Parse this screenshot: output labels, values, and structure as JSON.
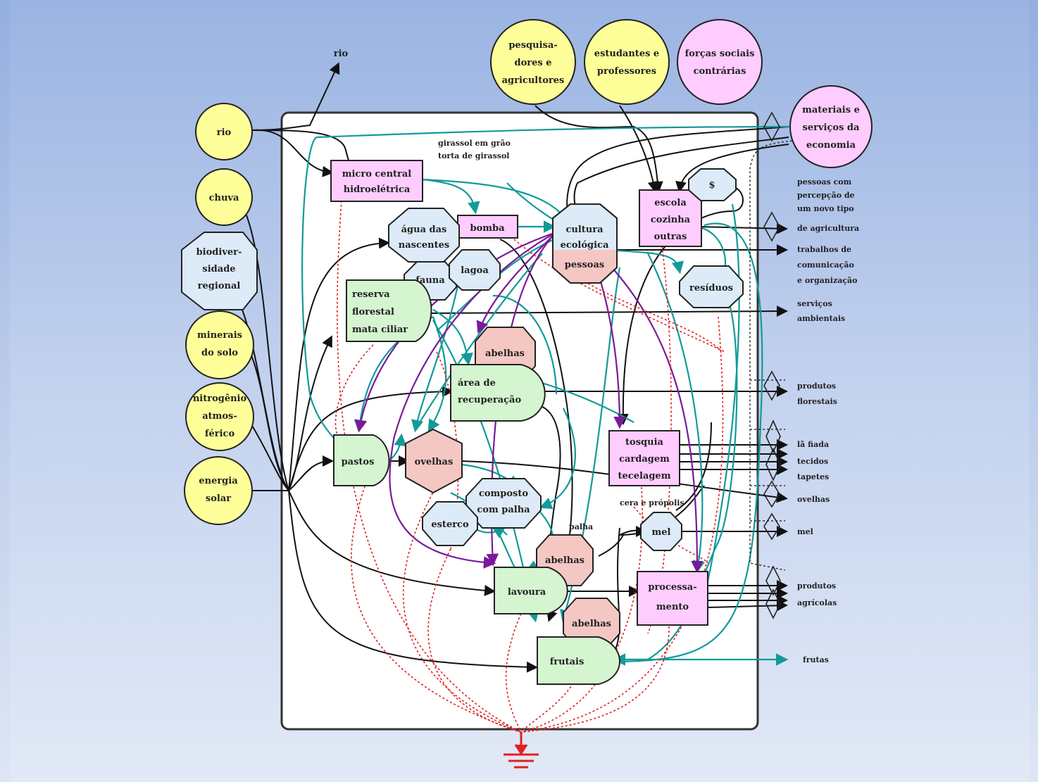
{
  "sources": {
    "rio": "rio",
    "chuva": "chuva",
    "biodiversidade": [
      "biodiver-",
      "sidade",
      "regional"
    ],
    "minerais": [
      "minerais",
      "do solo"
    ],
    "nitrogenio": [
      "nitrogênio",
      "atmos-",
      "férico"
    ],
    "energia": [
      "energia",
      "solar"
    ],
    "pesquisadores": [
      "pesquisa-",
      "dores e",
      "agricultores"
    ],
    "estudantes": [
      "estudantes e",
      "professores"
    ],
    "forcas": [
      "forças sociais",
      "contrárias"
    ],
    "materiais": [
      "materiais e",
      "serviços da",
      "economia"
    ]
  },
  "top_rio": "rio",
  "girassol": [
    "girassol em grão",
    "torta de girassol"
  ],
  "nodes": {
    "micro_central": [
      "micro central",
      "hidroelétrica"
    ],
    "bomba": "bomba",
    "agua": [
      "água das",
      "nascentes"
    ],
    "fauna": "fauna",
    "lagoa": "lagoa",
    "reserva": [
      "reserva",
      "florestal",
      "mata ciliar"
    ],
    "cultura": [
      "cultura",
      "ecológica"
    ],
    "pessoas": "pessoas",
    "escola": [
      "escola",
      "cozinha",
      "outras"
    ],
    "dollar": "$",
    "residuos": "resíduos",
    "abelhas1": "abelhas",
    "area_recup": [
      "área de",
      "recuperação"
    ],
    "pastos": "pastos",
    "ovelhas": "ovelhas",
    "tosquia": [
      "tosquia",
      "cardagem",
      "tecelagem"
    ],
    "composto": [
      "composto",
      "com palha"
    ],
    "esterco": "esterco",
    "cera": "cera e própolis",
    "palha": "palha",
    "mel": "mel",
    "abelhas2": "abelhas",
    "lavoura": "lavoura",
    "processamento": [
      "processa-",
      "mento"
    ],
    "abelhas3": "abelhas",
    "frutais": "frutais"
  },
  "outputs": {
    "pessoas_percepcao": [
      "pessoas com",
      "percepção de",
      "um novo tipo",
      "de agricultura"
    ],
    "trabalhos": [
      "trabalhos de",
      "comunicação",
      "e organização"
    ],
    "servicos": [
      "serviços",
      "ambientais"
    ],
    "produtos_florestais": [
      "produtos",
      "florestais"
    ],
    "la": [
      "lã fiada",
      "tecidos",
      "tapetes"
    ],
    "ovelhas": "ovelhas",
    "mel": "mel",
    "produtos_agricolas": [
      "produtos",
      "agrícolas"
    ],
    "frutas": "frutas"
  },
  "colors": {
    "yellow": "#ffff99",
    "pink": "#ffccff",
    "lightblue": "#dcebf7",
    "green": "#d4f5d0",
    "salmon": "#f4c7c3",
    "teal": "#129a9a",
    "purple": "#7a1a9a",
    "red": "#e02020"
  }
}
